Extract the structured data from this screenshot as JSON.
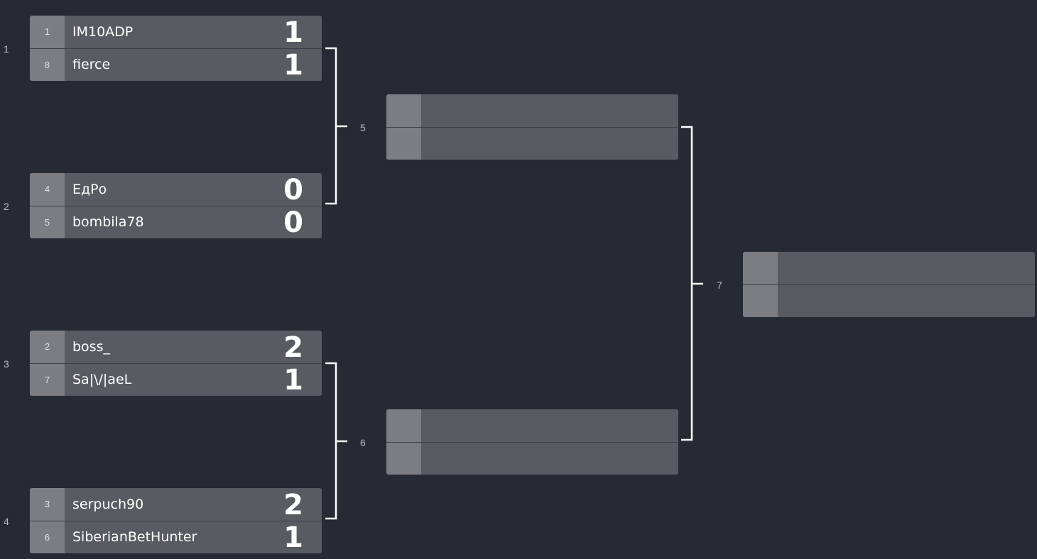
{
  "round1": [
    {
      "match_number": "1",
      "top": {
        "seed": "1",
        "name": "IM10ADP",
        "score": "1"
      },
      "bottom": {
        "seed": "8",
        "name": "fierce",
        "score": "1"
      }
    },
    {
      "match_number": "2",
      "top": {
        "seed": "4",
        "name": "ЕдРо",
        "score": "0"
      },
      "bottom": {
        "seed": "5",
        "name": "bombila78",
        "score": "0"
      }
    },
    {
      "match_number": "3",
      "top": {
        "seed": "2",
        "name": "boss_",
        "score": "2"
      },
      "bottom": {
        "seed": "7",
        "name": "Sa|\\/|aeL",
        "score": "1"
      }
    },
    {
      "match_number": "4",
      "top": {
        "seed": "3",
        "name": "serpuch90",
        "score": "2"
      },
      "bottom": {
        "seed": "6",
        "name": "SiberianBetHunter",
        "score": "1"
      }
    }
  ],
  "round2": [
    {
      "match_number": "5"
    },
    {
      "match_number": "6"
    }
  ],
  "final": {
    "match_number": "7"
  },
  "colors": {
    "background": "#262a33",
    "slot": "#595b62",
    "seed_box": "#7b7d83",
    "connector": "#ffffff"
  }
}
